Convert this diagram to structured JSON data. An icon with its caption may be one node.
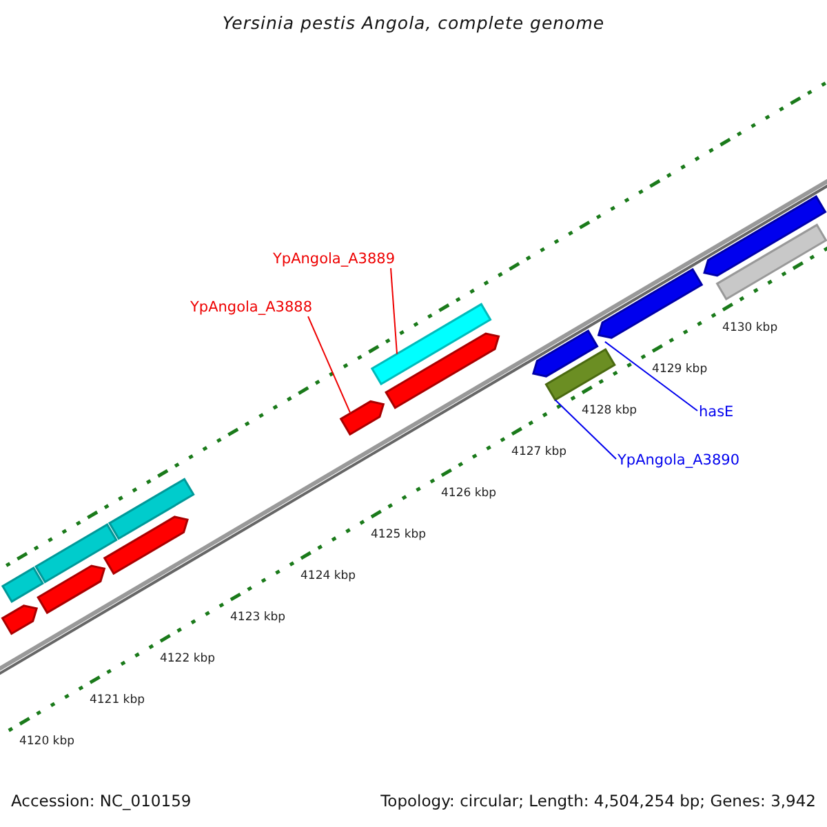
{
  "diagram": {
    "title": "Yersinia pestis Angola, complete genome",
    "nodes": [
      {
        "text": [
          "YpAngola_A3889"
        ]
      },
      {
        "text": [],
        "shape": "bar"
      },
      {
        "text": [
          "YpAngola_A3888"
        ]
      },
      {
        "text": [],
        "shape": "bar"
      },
      {
        "text": [
          "hasE"
        ]
      },
      {
        "text": [],
        "shape": "bar"
      },
      {
        "text": [
          "YpAngola_A3890"
        ]
      },
      {
        "text": [],
        "shape": "bar"
      },
      {
        "text": [],
        "shape": "bar"
      },
      {
        "text": [],
        "shape": "bar"
      },
      {
        "text": [],
        "shape": "bar"
      },
      {
        "text": [],
        "shape": "bar"
      },
      {
        "text": [],
        "shape": "bar"
      },
      {
        "text": [],
        "shape": "bar"
      },
      {
        "text": [],
        "shape": "bar"
      },
      {
        "text": [],
        "shape": "bar"
      },
      {
        "text": [],
        "shape": "bar"
      },
      {
        "text": [],
        "shape": "bar"
      }
    ],
    "edges": [
      {
        "from": 0,
        "to": 1,
        "arrow": "none"
      },
      {
        "from": 2,
        "to": 3,
        "arrow": "none"
      },
      {
        "from": 4,
        "to": 5,
        "arrow": "none",
        "color": "#0000ee"
      },
      {
        "from": 6,
        "to": 7,
        "arrow": "none",
        "color": "#0000ee"
      }
    ],
    "labels": [
      "4130 kbp",
      "4129 kbp",
      "4128 kbp",
      "4127 kbp",
      "4126 kbp",
      "4125 kbp",
      "4124 kbp",
      "4123 kbp",
      "4122 kbp",
      "4121 kbp",
      "4120 kbp",
      "Accession: NC_010159",
      "Topology: circular; Length: 4,504,254 bp; Genes: 3,942"
    ]
  }
}
